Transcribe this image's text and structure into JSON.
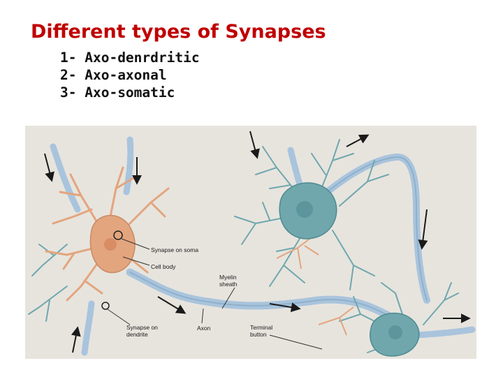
{
  "slide": {
    "title": "Different types of Synapses",
    "items": [
      {
        "number": "1-",
        "text": "Axo-denrdritic"
      },
      {
        "number": "2-",
        "text": "Axo-axonal"
      },
      {
        "number": "3-",
        "text": "Axo-somatic"
      }
    ]
  },
  "figure": {
    "labels": {
      "synapse_on_soma": "Synapse on soma",
      "cell_body": "Cell body",
      "myelin_sheath_1": "Myelin",
      "myelin_sheath_2": "sheath",
      "synapse_on_dendrite_1": "Synapse on",
      "synapse_on_dendrite_2": "dendrite",
      "axon": "Axon",
      "terminal_button_1": "Terminal",
      "terminal_button_2": "button"
    },
    "colors": {
      "background": "#e7e4de",
      "orange_neuron": "#e3a57e",
      "blue_neuron": "#6fa7ad",
      "myelin": "#a9c4dc",
      "arrow": "#1a1a1a"
    }
  }
}
